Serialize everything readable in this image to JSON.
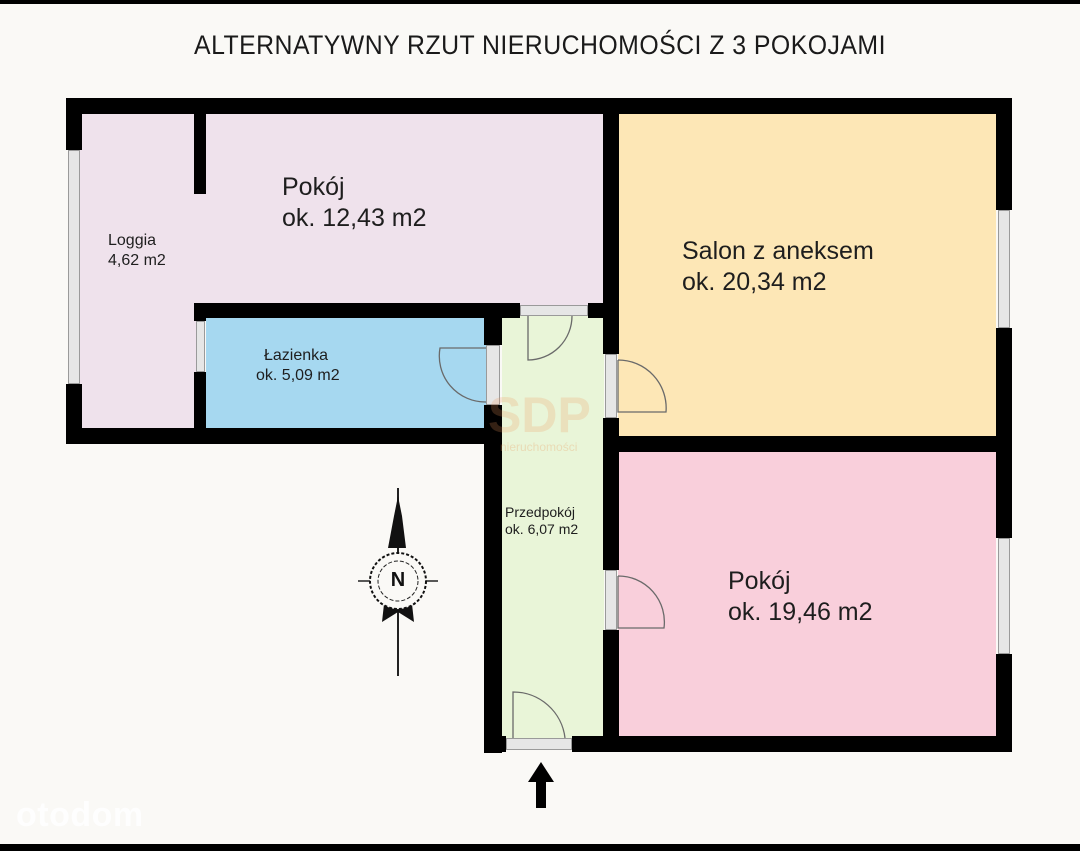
{
  "title": "ALTERNATYWNY RZUT NIERUCHOMOŚCI Z 3 POKOJAMI",
  "rooms": [
    {
      "name": "Pokój",
      "area": "ok. 12,43 m2",
      "color": "#efe2ec"
    },
    {
      "name": "Loggia",
      "area": "4,62 m2",
      "color": "#efe2ec"
    },
    {
      "name": "Łazienka",
      "area": "ok. 5,09 m2",
      "color": "#a6d8f0"
    },
    {
      "name": "Salon z aneksem",
      "area": "ok. 20,34 m2",
      "color": "#fde7b6"
    },
    {
      "name": "Przedpokój",
      "area": "ok. 6,07 m2",
      "color": "#e9f5d8"
    },
    {
      "name": "Pokój",
      "area": "ok. 19,46 m2",
      "color": "#f9cfdb"
    }
  ],
  "compass": {
    "label": "N"
  },
  "watermark": {
    "brand": "otodom",
    "agency": "SDP",
    "agency_sub": "nieruchomości"
  },
  "entrance": {
    "icon": "arrow-up-icon"
  }
}
